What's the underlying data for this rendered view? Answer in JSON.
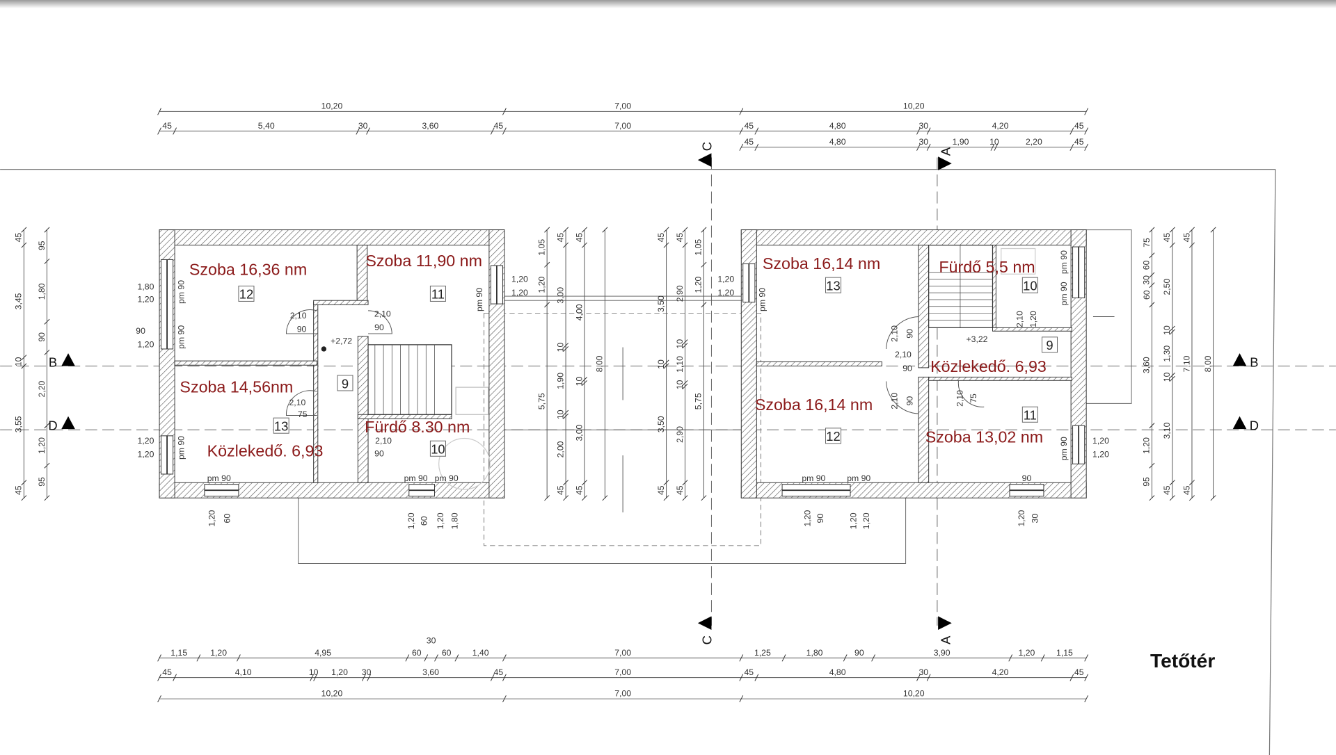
{
  "title": "Tetőtér",
  "colors": {
    "room_label": "#8b1a1a",
    "line": "#444444"
  },
  "rooms": [
    {
      "label": "Szoba 16,36 nm",
      "number": "12"
    },
    {
      "label": "Szoba 11,90 nm",
      "number": "11"
    },
    {
      "label": "Szoba 14,56nm",
      "number": "9"
    },
    {
      "label": "Fürdő 8.30 nm",
      "number": "10"
    },
    {
      "label": "Közlekedő. 6,93",
      "number": "13"
    },
    {
      "label": "Szoba 16,14 nm",
      "number": "13"
    },
    {
      "label": "Fürdő 5,5 nm",
      "number": "10"
    },
    {
      "label": "Közlekedő. 6,93",
      "number": "9"
    },
    {
      "label": "Szoba 16,14 nm",
      "number": "12"
    },
    {
      "label": "Szoba 13,02 nm",
      "number": "11"
    }
  ],
  "elevations": [
    "+2,72",
    "+3,22"
  ],
  "sections": [
    "A",
    "A",
    "B",
    "B",
    "C",
    "C",
    "D",
    "D"
  ],
  "dims": {
    "top": [
      [
        "10,20",
        "7,00",
        "10,20"
      ],
      [
        "45",
        "5,40",
        "30",
        "3,60",
        "45",
        "7,00",
        "45",
        "4,80",
        "30",
        "4,20",
        "45"
      ],
      [
        "45",
        "4,80",
        "30",
        "1,90",
        "10",
        "2,20",
        "45"
      ]
    ],
    "bottom": [
      [
        "1,15",
        "1,20",
        "4,95",
        "60",
        "30",
        "60",
        "1,40",
        "7,00",
        "1,25",
        "1,80",
        "90",
        "3,90",
        "1,20",
        "1,15"
      ],
      [
        "45",
        "4,10",
        "10",
        "1,20",
        "30",
        "3,60",
        "45",
        "7,00",
        "45",
        "4,80",
        "30",
        "4,20",
        "45"
      ],
      [
        "10,20",
        "7,00",
        "10,20"
      ]
    ],
    "vertical": [
      [
        "45",
        "3,45",
        "10",
        "3,55",
        "45"
      ],
      [
        "95",
        "1,80",
        "90",
        "2,20",
        "1,20",
        "95"
      ],
      [
        "1,05",
        "1,20",
        "5,75"
      ],
      [
        "45",
        "3,00",
        "10",
        "1,90",
        "10",
        "2,00",
        "45"
      ],
      [
        "45",
        "4,00",
        "10",
        "3,00",
        "45"
      ],
      [
        "8,00"
      ],
      [
        "45",
        "3,50",
        "10",
        "3,50",
        "45"
      ],
      [
        "45",
        "2,90",
        "10",
        "1,10",
        "10",
        "2,90",
        "45"
      ],
      [
        "1,05",
        "1,20",
        "5,75"
      ],
      [
        "75",
        "60",
        "30",
        "60",
        "3,60",
        "1,20",
        "95"
      ],
      [
        "45",
        "2,50",
        "10",
        "1,30",
        "10",
        "3,10",
        "45"
      ],
      [
        "45",
        "7,10",
        "45"
      ],
      [
        "8,00"
      ]
    ]
  },
  "annotations": [
    "1,80",
    "1,20",
    "90",
    "1,20",
    "1,20",
    "1,20",
    "1,20",
    "1,20",
    "1,20",
    "1,20",
    "1,20",
    "1,20",
    "pm 90",
    "pm 90",
    "pm 90",
    "pm 90",
    "pm 90",
    "pm 90",
    "pm 90",
    "pm 90",
    "pm 90",
    "pm 90",
    "pm 90",
    "pm 90",
    "pm 90",
    "90",
    "2,10",
    "90",
    "2,10",
    "90",
    "2,10",
    "75",
    "2,10",
    "90",
    "2,10",
    "90",
    "2,10",
    "90",
    "2,10",
    "90",
    "2,10",
    "75",
    "2,10",
    "1,20",
    "1,20",
    "60",
    "1,20",
    "60",
    "1,20",
    "1,80",
    "1,20",
    "90",
    "1,20",
    "1,20",
    "1,20",
    "30"
  ]
}
